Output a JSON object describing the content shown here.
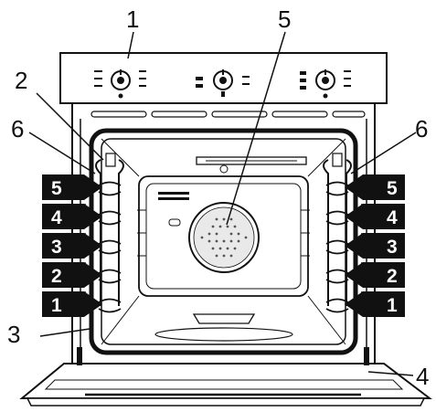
{
  "callouts": {
    "control_panel": "1",
    "left_upper": "2",
    "left_lower": "3",
    "door": "4",
    "fan_cover": "5",
    "rail_left": "6",
    "rail_right": "6"
  },
  "shelf_levels": {
    "left": [
      "5",
      "4",
      "3",
      "2",
      "1"
    ],
    "right": [
      "5",
      "4",
      "3",
      "2",
      "1"
    ]
  }
}
